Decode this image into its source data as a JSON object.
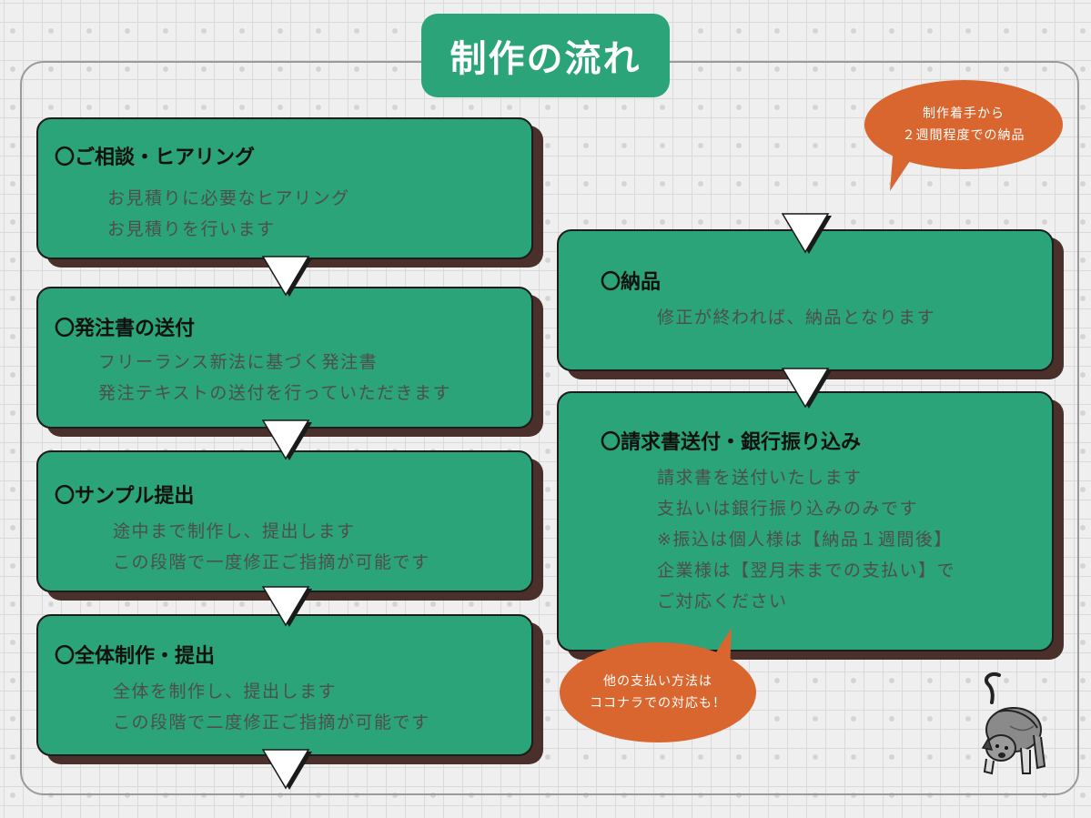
{
  "title": "制作の流れ",
  "steps": [
    {
      "heading": "〇ご相談・ヒアリング",
      "lines": [
        "お見積りに必要なヒアリング",
        "お見積りを行います"
      ]
    },
    {
      "heading": "〇発注書の送付",
      "lines": [
        "フリーランス新法に基づく発注書",
        "発注テキストの送付を行っていただきます"
      ]
    },
    {
      "heading": "〇サンプル提出",
      "lines": [
        "途中まで制作し、提出します",
        "この段階で一度修正ご指摘が可能です"
      ]
    },
    {
      "heading": "〇全体制作・提出",
      "lines": [
        "全体を制作し、提出します",
        "この段階で二度修正ご指摘が可能です"
      ]
    },
    {
      "heading": "〇納品",
      "lines": [
        "修正が終われば、納品となります"
      ]
    },
    {
      "heading": "〇請求書送付・銀行振り込み",
      "lines": [
        "請求書を送付いたします",
        "支払いは銀行振り込みのみです",
        "※振込は個人様は【納品１週間後】",
        "企業様は【翌月末までの支払い】で",
        "ご対応ください"
      ]
    }
  ],
  "bubbles": {
    "top": [
      "制作着手から",
      "２週間程度での納品"
    ],
    "bottom": [
      "他の支払い方法は",
      "ココナラでの対応も！"
    ]
  },
  "colors": {
    "card": "#2aa478",
    "shadow": "#4a2f2a",
    "bubble": "#d9662f",
    "background": "#efefef"
  },
  "icons": [
    "flow-arrow-icon",
    "dog-illustration-icon"
  ]
}
